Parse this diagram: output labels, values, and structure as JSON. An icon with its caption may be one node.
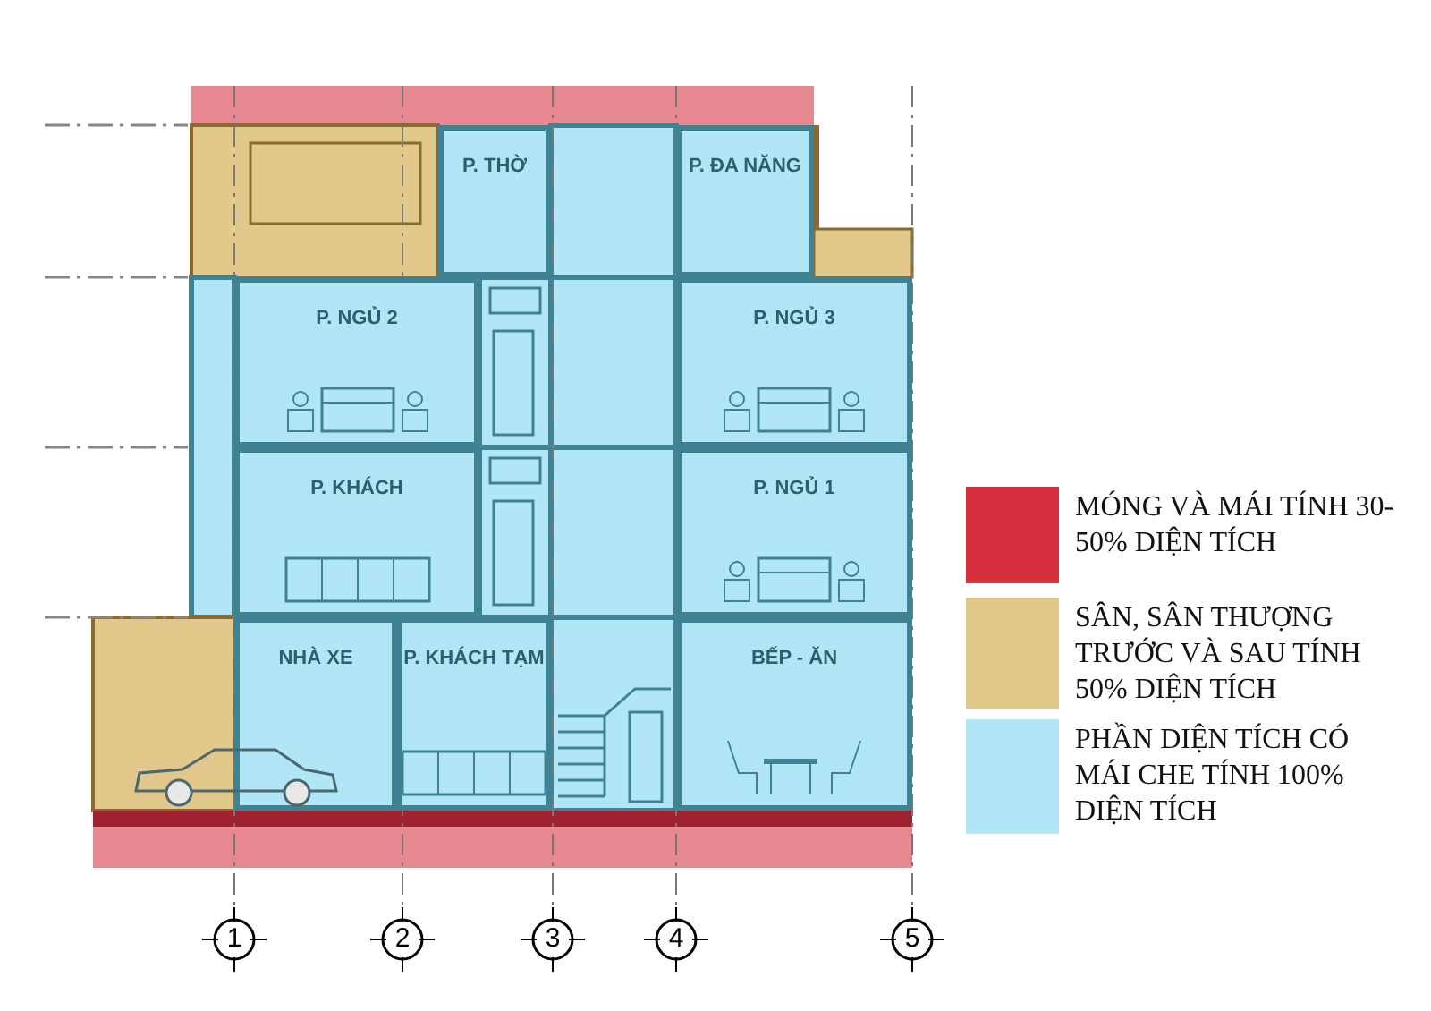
{
  "diagram": {
    "nodes": [
      {
        "text": [
          "P. THỜ"
        ]
      },
      {
        "text": [
          "P. ĐA NĂNG"
        ]
      },
      {
        "text": [
          "P. NGỦ 2"
        ]
      },
      {
        "text": [
          "P. NGỦ 3"
        ]
      },
      {
        "text": [
          "P. KHÁCH"
        ]
      },
      {
        "text": [
          "P. NGỦ 1"
        ]
      },
      {
        "text": [
          "NHÀ XE"
        ]
      },
      {
        "text": [
          "P. KHÁCH TẠM"
        ]
      },
      {
        "text": [
          "BẾP - ĂN"
        ]
      }
    ],
    "labels": [
      "1",
      "2",
      "3",
      "4",
      "5"
    ],
    "legend": [
      {
        "text": "MÓNG VÀ MÁI TÍNH 30-50% DIỆN TÍCH",
        "color": "#d62f3d"
      },
      {
        "text": "SÂN, SÂN THƯỢNG TRƯỚC VÀ SAU TÍNH 50% DIỆN TÍCH",
        "color": "#e2c88a"
      },
      {
        "text": "PHẦN DIỆN TÍCH CÓ MÁI CHE TÍNH 100% DIỆN TÍCH",
        "color": "#b0e6f5"
      }
    ]
  }
}
